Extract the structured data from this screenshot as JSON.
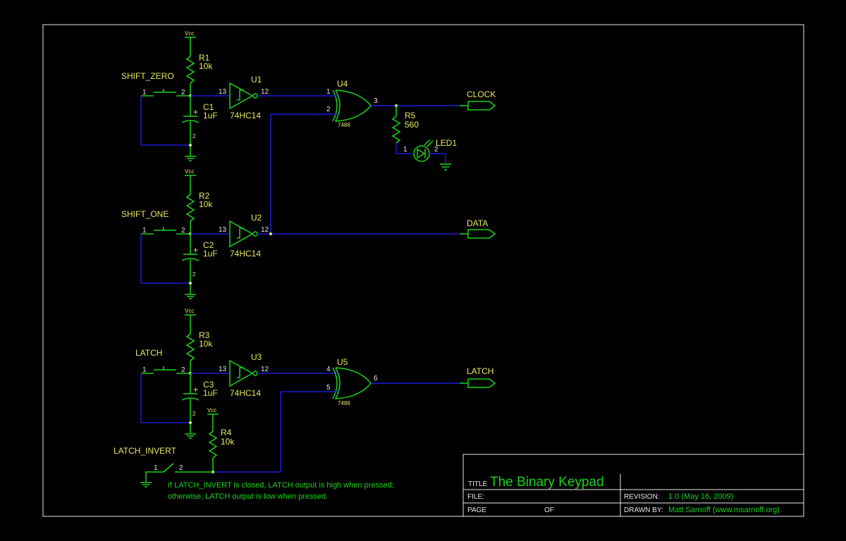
{
  "title_block": {
    "title_key": "TITLE",
    "title": "The Binary Keypad",
    "file_key": "FILE:",
    "page_key": "PAGE",
    "of_key": "OF",
    "revision_key": "REVISION:",
    "revision": "1.0 (May 16, 2009)",
    "drawn_by_key": "DRAWN BY:",
    "drawn_by": "Matt Sarnoff (www.msarnoff.org)"
  },
  "note": {
    "line1": "If LATCH_INVERT is closed, LATCH output is high when pressed;",
    "line2": "otherwise, LATCH output is low when pressed."
  },
  "vcc_label": "Vcc",
  "stages": [
    {
      "switch": "SHIFT_ZERO",
      "resistor": "R1",
      "res_value": "10k",
      "cap": "C1",
      "cap_value": "1uF",
      "inverter": "U1",
      "inverter_part": "74HC14"
    },
    {
      "switch": "SHIFT_ONE",
      "resistor": "R2",
      "res_value": "10k",
      "cap": "C2",
      "cap_value": "1uF",
      "inverter": "U2",
      "inverter_part": "74HC14"
    },
    {
      "switch": "LATCH",
      "resistor": "R3",
      "res_value": "10k",
      "cap": "C3",
      "cap_value": "1uF",
      "inverter": "U3",
      "inverter_part": "74HC14"
    }
  ],
  "xor_gates": [
    {
      "ref": "U4",
      "part": "7486",
      "in_a": "1",
      "in_b": "2",
      "out": "3"
    },
    {
      "ref": "U5",
      "part": "7486",
      "in_a": "4",
      "in_b": "5",
      "out": "6"
    }
  ],
  "r4": {
    "ref": "R4",
    "value": "10k"
  },
  "r5": {
    "ref": "R5",
    "value": "560"
  },
  "led": {
    "ref": "LED1"
  },
  "latch_invert": {
    "label": "LATCH_INVERT"
  },
  "outputs": [
    "CLOCK",
    "DATA",
    "LATCH"
  ],
  "pins": {
    "sw_a": "1",
    "sw_b": "2",
    "inv_in": "13",
    "inv_out": "12",
    "cap_pin": "2",
    "one": "1",
    "two": "2"
  }
}
